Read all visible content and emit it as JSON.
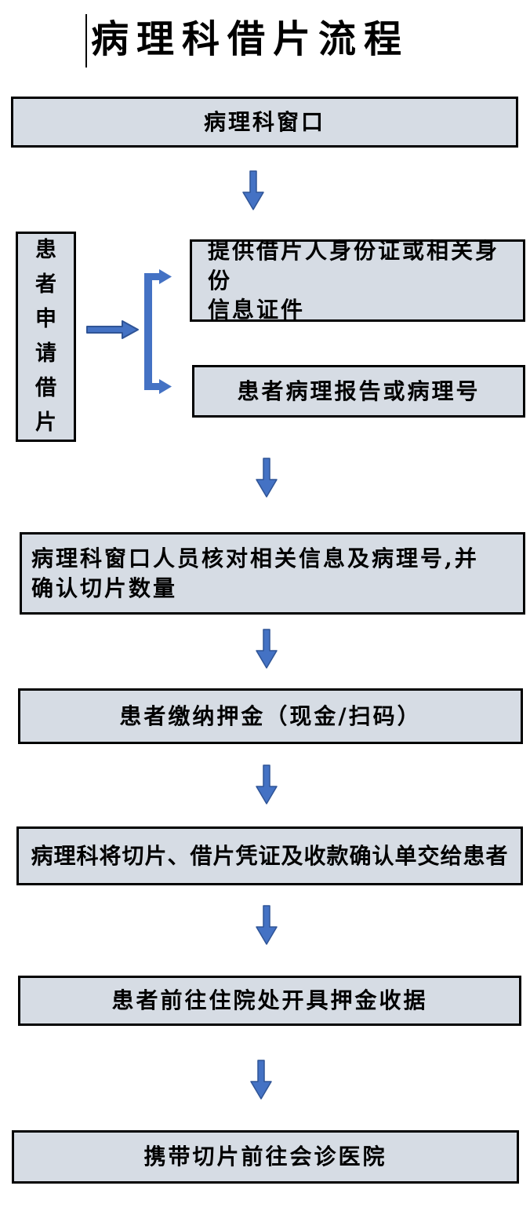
{
  "title": "病理科借片流程",
  "flow": {
    "window": "病理科窗口",
    "patient_apply": "患\n者\n申\n请\n借\n片",
    "provide_id": {
      "line1": "提供借片人身份证或相关身份",
      "line2": "信息证件"
    },
    "pathology_report": "患者病理报告或病理号",
    "verify": {
      "line1": "病理科窗口人员核对相关信息及病理号,并",
      "line2": "确认切片数量"
    },
    "pay_deposit": "患者缴纳押金（现金/扫码）",
    "handover": "病理科将切片、借片凭证及收款确认单交给患者",
    "deposit_receipt": "患者前往住院处开具押金收据",
    "goto_hospital": "携带切片前往会诊医院"
  },
  "colors": {
    "box_fill": "#D6DCE4",
    "box_border": "#000000",
    "arrow_fill": "#4472C4",
    "arrow_border": "#2F5496"
  },
  "icons": {
    "down_arrow": "down-arrow-icon",
    "right_arrow": "right-arrow-icon",
    "split_bracket": "split-bracket-icon"
  }
}
